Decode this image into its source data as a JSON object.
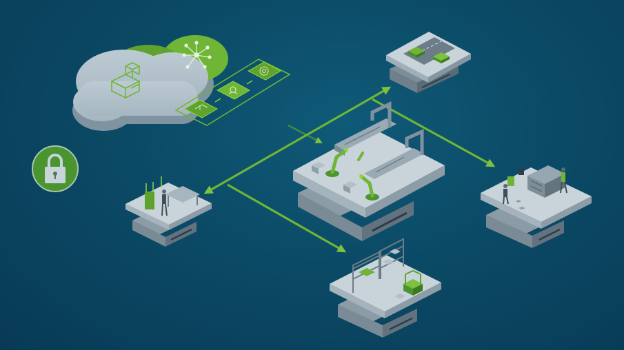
{
  "diagram": {
    "colors": {
      "background": "#0b4a66",
      "accent_green": "#6fb536",
      "bright_green": "#8fd43c",
      "platform_top": "#c9d4da",
      "platform_side": "#8c9ca6",
      "cloud": "#b3c2cb"
    },
    "icons": {
      "cloud": "cloud-icon",
      "lock": "lock-icon",
      "network": "network-hub-icon",
      "boxes": "stacked-boxes-icon"
    },
    "nodes": [
      {
        "id": "central-factory",
        "kind": "robot-assembly-line"
      },
      {
        "id": "road-station",
        "kind": "autonomous-vehicles"
      },
      {
        "id": "workshop-station",
        "kind": "workers-with-machines"
      },
      {
        "id": "warehouse-station",
        "kind": "shelves-and-forklift"
      },
      {
        "id": "inspection-station",
        "kind": "worker-at-workbench"
      }
    ]
  }
}
